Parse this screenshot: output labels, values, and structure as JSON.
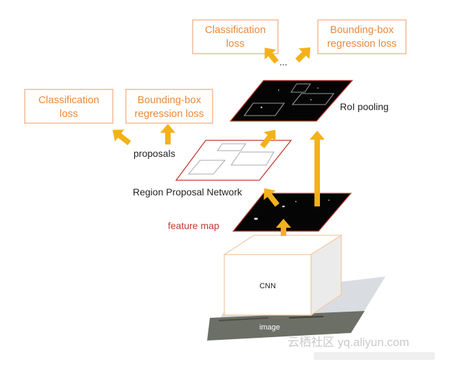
{
  "labels": {
    "top_classification_line1": "Classification",
    "top_classification_line2": "loss",
    "top_bbox_line1": "Bounding-box",
    "top_bbox_line2": "regression loss",
    "left_classification_line1": "Classification",
    "left_classification_line2": "loss",
    "left_bbox_line1": "Bounding-box",
    "left_bbox_line2": "regression loss",
    "ellipsis": "...",
    "roi_pooling": "RoI pooling",
    "proposals": "proposals",
    "rpn": "Region Proposal Network",
    "feature_map": "feature map",
    "cnn": "CNN",
    "image": "image",
    "watermark": "云栖社区 yq.aliyun.com"
  },
  "colors": {
    "loss_box_border": "#f0a878",
    "loss_text": "#e8893a",
    "arrow": "#f3b21b",
    "red_outline": "#c0392b",
    "cnn_box_border": "#f4c9a4",
    "dark_map": "#050505"
  },
  "icons": {
    "arrow": "thick-up-arrow"
  }
}
